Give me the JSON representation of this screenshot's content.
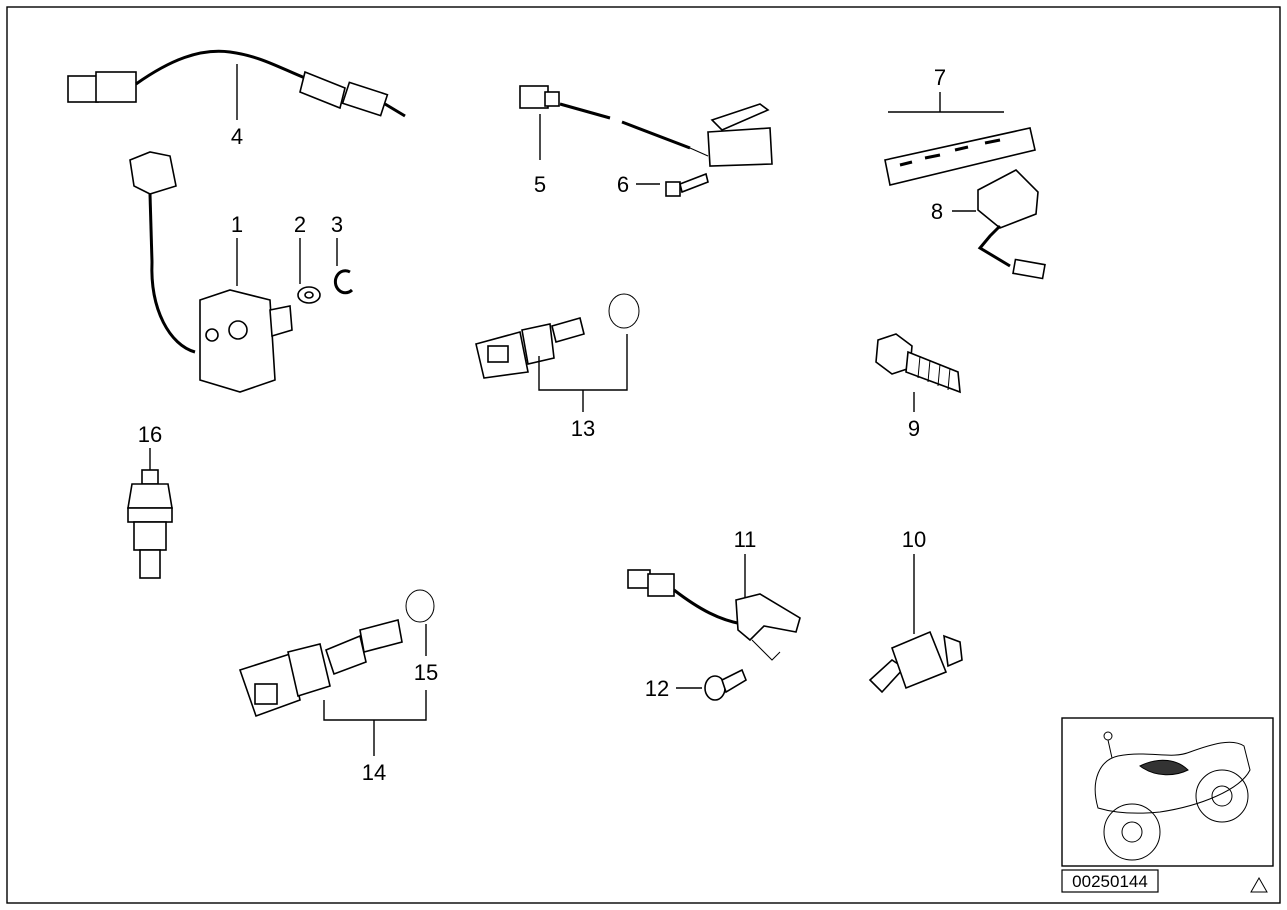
{
  "labels": {
    "p1": "1",
    "p2": "2",
    "p3": "3",
    "p4": "4",
    "p5": "5",
    "p6": "6",
    "p7": "7",
    "p8": "8",
    "p9": "9",
    "p10": "10",
    "p11": "11",
    "p12": "12",
    "p13": "13",
    "p14": "14",
    "p15": "15",
    "p16": "16"
  },
  "drawing_code": "00250144"
}
